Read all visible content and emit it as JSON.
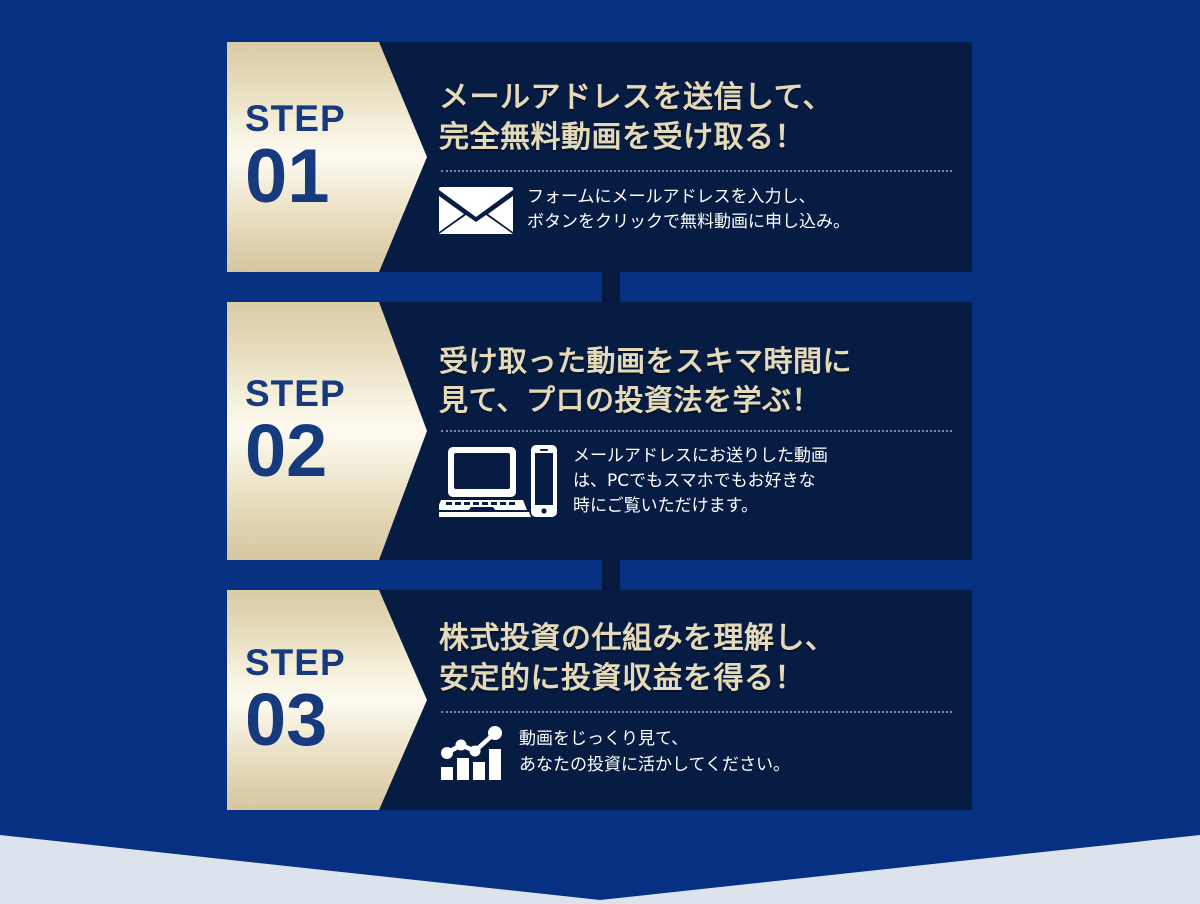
{
  "theme": {
    "background_blue": "#063183",
    "card_navy": "#071c42",
    "badge_gold_light": "#fdfbf2",
    "badge_gold_dark": "#d6c79e",
    "badge_text_blue": "#163a7d",
    "headline_cream": "#e4d9b9",
    "subtext_white": "#ffffff",
    "bottom_light": "#dce3ec"
  },
  "steps": [
    {
      "badge_label": "STEP",
      "badge_number": "01",
      "icon": "envelope-icon",
      "headline_lines": [
        "メールアドレスを送信して、",
        "完全無料動画を受け取る！"
      ],
      "subtext_lines": [
        "フォームにメールアドレスを入力し、",
        "ボタンをクリックで無料動画に申し込み。"
      ]
    },
    {
      "badge_label": "STEP",
      "badge_number": "02",
      "icon": "laptop-and-phone-icon",
      "headline_lines": [
        "受け取った動画をスキマ時間に",
        "見て、プロの投資法を学ぶ！"
      ],
      "subtext_lines": [
        "メールアドレスにお送りした動画",
        "は、PCでもスマホでもお好きな",
        "時にご覧いただけます。"
      ]
    },
    {
      "badge_label": "STEP",
      "badge_number": "03",
      "icon": "bar-chart-growth-icon",
      "headline_lines": [
        "株式投資の仕組みを理解し、",
        "安定的に投資収益を得る！"
      ],
      "subtext_lines": [
        "動画をじっくり見て、",
        "あなたの投資に活かしてください。"
      ]
    }
  ]
}
